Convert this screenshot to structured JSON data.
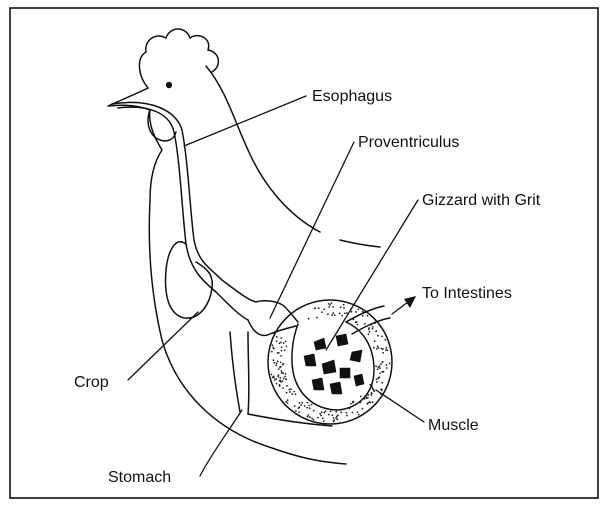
{
  "labels": {
    "esophagus": "Esophagus",
    "proventriculus": "Proventriculus",
    "gizzard": "Gizzard with Grit",
    "intestines": "To Intestines",
    "crop": "Crop",
    "muscle": "Muscle",
    "stomach": "Stomach"
  },
  "colors": {
    "ink": "#111111",
    "background": "#ffffff"
  }
}
